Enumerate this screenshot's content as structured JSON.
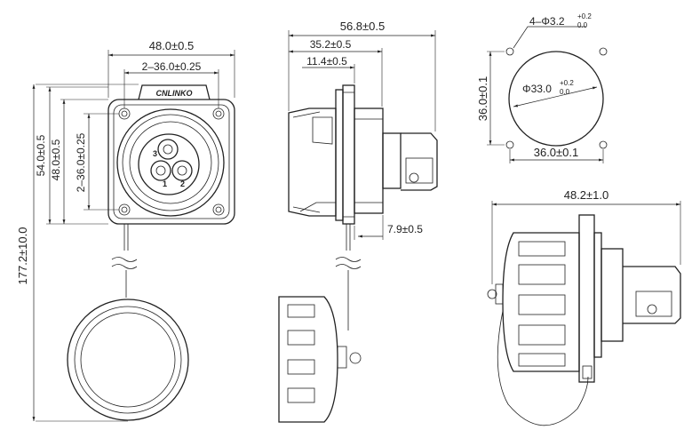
{
  "dimensions": {
    "front_width": "48.0±0.5",
    "front_hole_spacing_h": "2–36.0±0.25",
    "front_height": "54.0±0.5",
    "front_height_inner": "48.0±0.5",
    "front_hole_spacing_v": "2–36.0±0.25",
    "total_length": "177.2±10.0",
    "side_total": "56.8±0.5",
    "side_depth": "35.2±0.5",
    "side_flange": "11.4±0.5",
    "side_panel": "7.9±0.5",
    "cutout_holes": "4–Φ3.2",
    "cutout_holes_tol_upper": "+0.2",
    "cutout_holes_tol_lower": "0.0",
    "cutout_diameter": "Φ33.0",
    "cutout_diameter_tol_upper": "+0.2",
    "cutout_diameter_tol_lower": "0.0",
    "cutout_height": "36.0±0.1",
    "cutout_width": "36.0±0.1",
    "mated_length": "48.2±1.0"
  },
  "pin_labels": [
    "3",
    "1",
    "2"
  ],
  "logo_text": "CNLINKO"
}
